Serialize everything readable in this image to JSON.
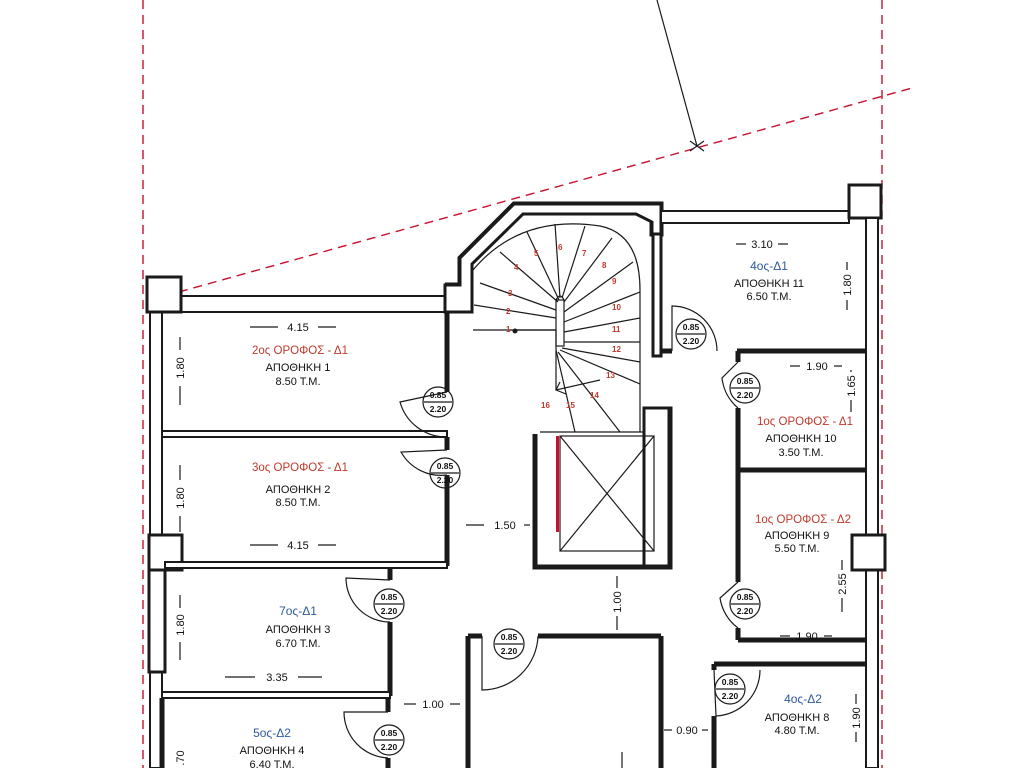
{
  "colors": {
    "wall": "#1a1a1a",
    "boundary": "#c8102e",
    "label_red": "#c0392b",
    "label_blue": "#2e5a9c"
  },
  "rooms": [
    {
      "id": "r1",
      "floor": "2ος ΟΡΟΦΟΣ - Δ1",
      "floor_color": "red",
      "name": "ΑΠΟΘΗΚΗ 1",
      "area": "8.50 T.M."
    },
    {
      "id": "r2",
      "floor": "3ος ΟΡΟΦΟΣ - Δ1",
      "floor_color": "red",
      "name": "ΑΠΟΘΗΚΗ 2",
      "area": "8.50 T.M."
    },
    {
      "id": "r3",
      "floor": "7ος-Δ1",
      "floor_color": "blue",
      "name": "ΑΠΟΘΗΚΗ 3",
      "area": "6.70 T.M."
    },
    {
      "id": "r4",
      "floor": "5ος-Δ2",
      "floor_color": "blue",
      "name": "ΑΠΟΘΗΚΗ 4",
      "area": "6.40 T.M."
    },
    {
      "id": "r8",
      "floor": "4ος-Δ2",
      "floor_color": "blue",
      "name": "ΑΠΟΘΗΚΗ 8",
      "area": "4.80 T.M."
    },
    {
      "id": "r9",
      "floor": "1ος ΟΡΟΦΟΣ - Δ2",
      "floor_color": "red",
      "name": "ΑΠΟΘΗΚΗ 9",
      "area": "5.50 T.M."
    },
    {
      "id": "r10",
      "floor": "1ος ΟΡΟΦΟΣ - Δ1",
      "floor_color": "red",
      "name": "ΑΠΟΘΗΚΗ 10",
      "area": "3.50 T.M."
    },
    {
      "id": "r11",
      "floor": "4ος-Δ1",
      "floor_color": "blue",
      "name": "ΑΠΟΘΗΚΗ 11",
      "area": "6.50 T.M."
    }
  ],
  "dimensions": {
    "r1_width": "4.15",
    "r1_height": "1.80",
    "r2_width": "4.15",
    "r2_height": "1.80",
    "r3_width": "3.35",
    "r3_height": "1.80",
    "r4_height": ".70",
    "corridor_width": "1.50",
    "corridor_depth": "1.00",
    "lobby_width": "1.00",
    "lobby_width_right": "0.90",
    "r11_width": "3.10",
    "r11_height": "1.80",
    "r10_width": "1.90",
    "r10_height": "1.65",
    "r9_width": "1.90",
    "r9_height": "2.55",
    "r8_height": "1.90"
  },
  "door_tag": {
    "width": "0.85",
    "height": "2.20"
  },
  "stair_steps": [
    "1",
    "2",
    "3",
    "4",
    "5",
    "6",
    "7",
    "8",
    "9",
    "10",
    "11",
    "12",
    "13",
    "14",
    "15",
    "16"
  ]
}
